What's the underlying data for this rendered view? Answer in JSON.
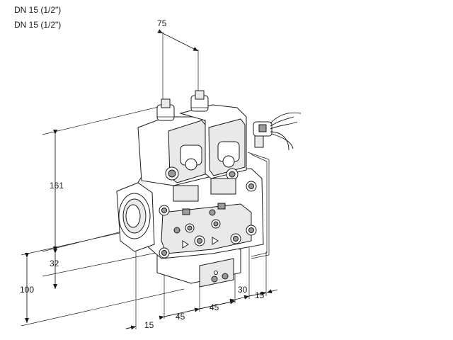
{
  "header": {
    "line1": "DN 15 (1/2\")",
    "line2": "DN 15 (1/2\")"
  },
  "dimensions": {
    "top_spacing": "75",
    "height_upper": "161",
    "height_lower": "32",
    "height_total": "100",
    "bottom_left_offset": "15",
    "bottom_spacing_1": "45",
    "bottom_spacing_2": "45",
    "bottom_right_1": "30",
    "bottom_right_2": "15"
  }
}
